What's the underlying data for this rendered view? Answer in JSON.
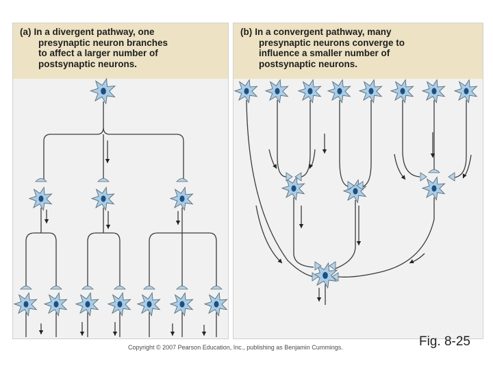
{
  "panel_a": {
    "tag": "(a)",
    "line1_pre": "In a ",
    "line1_bold": "divergent pathway",
    "line1_post": ", one",
    "line2": "presynaptic neuron branches",
    "line3": "to affect a larger number of",
    "line4": "postsynaptic neurons."
  },
  "panel_b": {
    "tag": "(b)",
    "line1_pre": "In a ",
    "line1_bold": "convergent pathway",
    "line1_post": ", many",
    "line2": "presynaptic neurons converge to",
    "line3": "influence a smaller number of",
    "line4": "postsynaptic neurons."
  },
  "footer": {
    "copyright": "Copyright © 2007 Pearson Education, Inc., publishing as Benjamin Cummings.",
    "figure_label": "Fig. 8-25"
  },
  "colors": {
    "neuron_body": "#a9cde6",
    "nucleus": "#1f4f80",
    "terminal": "#b3d4ea",
    "caption_bg": "#ede3c4",
    "line": "#3a3a3a"
  }
}
